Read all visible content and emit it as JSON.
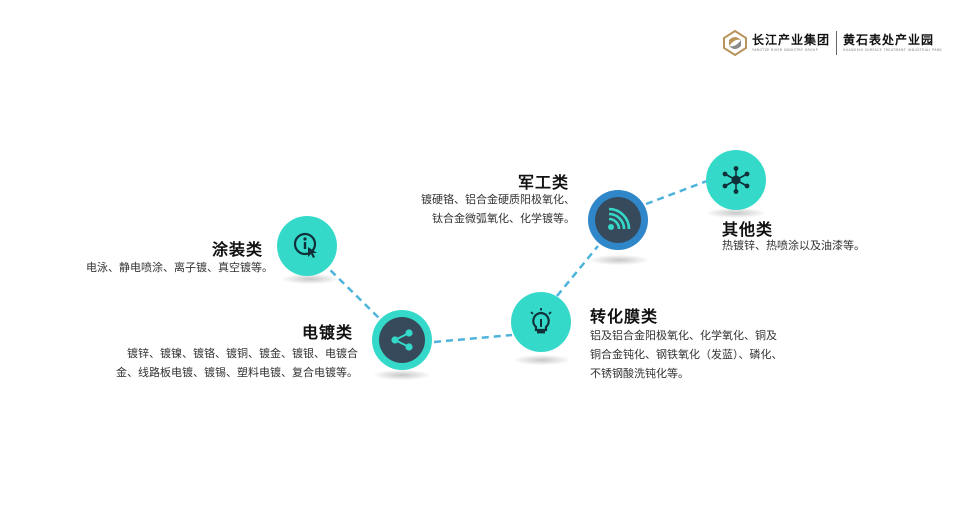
{
  "logo": {
    "group_name": "长江产业集团",
    "group_name_en": "YANGTZE RIVER INDUSTRY GROUP",
    "park_name": "黄石表处产业园",
    "park_name_en": "HUANGSHI SURFACE TREATMENT INDUSTRIAL PARK"
  },
  "colors": {
    "teal": "#35d9c9",
    "dark": "#374a5c",
    "ring_blue": "#2f86c8",
    "connector": "#4fb3db"
  },
  "categories": [
    {
      "id": "coating",
      "title": "涂装类",
      "icon": "touch-info-icon",
      "lines": [
        "电泳、静电喷涂、离子镀、真空镀等。"
      ]
    },
    {
      "id": "plating",
      "title": "电镀类",
      "icon": "share-nodes-icon",
      "lines": [
        "镀锌、镀镍、镀铬、镀铜、镀金、镀银、电镀合",
        "金、线路板电镀、镀锡、塑料电镀、复合电镀等。"
      ]
    },
    {
      "id": "conversion",
      "title": "转化膜类",
      "icon": "lightbulb-icon",
      "lines": [
        "铝及铝合金阳极氧化、化学氧化、铜及",
        "铜合金钝化、钢铁氧化（发蓝）、磷化、",
        "不锈钢酸洗钝化等。"
      ]
    },
    {
      "id": "military",
      "title": "军工类",
      "icon": "wifi-signal-icon",
      "lines": [
        "镀硬铬、铝合金硬质阳极氧化、",
        "钛合金微弧氧化、化学镀等。"
      ]
    },
    {
      "id": "other",
      "title": "其他类",
      "icon": "hub-network-icon",
      "lines": [
        "热镀锌、热喷涂以及油漆等。"
      ]
    }
  ]
}
